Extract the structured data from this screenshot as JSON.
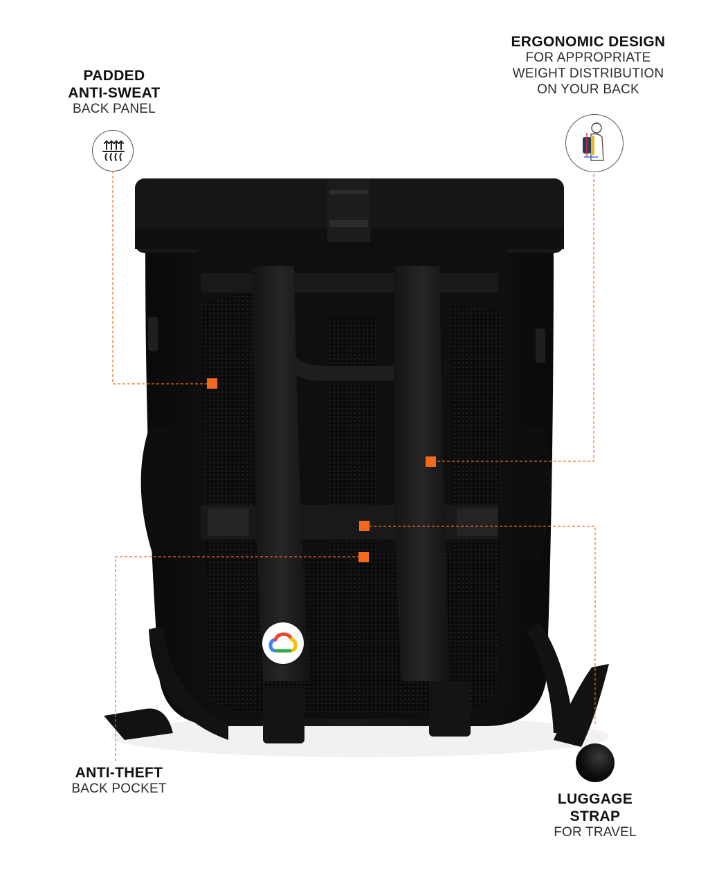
{
  "callouts": {
    "padded": {
      "line1": "PADDED",
      "line2": "ANTI-SWEAT",
      "sub": "BACK PANEL"
    },
    "ergonomic": {
      "title": "ERGONOMIC DESIGN",
      "sub1": "FOR APPROPRIATE",
      "sub2": "WEIGHT DISTRIBUTION",
      "sub3": "ON YOUR BACK"
    },
    "antitheft": {
      "title": "ANTI-THEFT",
      "sub": "BACK POCKET"
    },
    "luggage": {
      "line1": "LUGGAGE",
      "line2": "STRAP",
      "sub": "FOR TRAVEL"
    }
  },
  "colors": {
    "accent": "#f26b1d",
    "bag": "#111111",
    "text": "#1a1a1a"
  },
  "icons": [
    "airflow-icon",
    "ergonomic-person-icon",
    "luggage-strap-icon",
    "google-cloud-logo-icon"
  ]
}
